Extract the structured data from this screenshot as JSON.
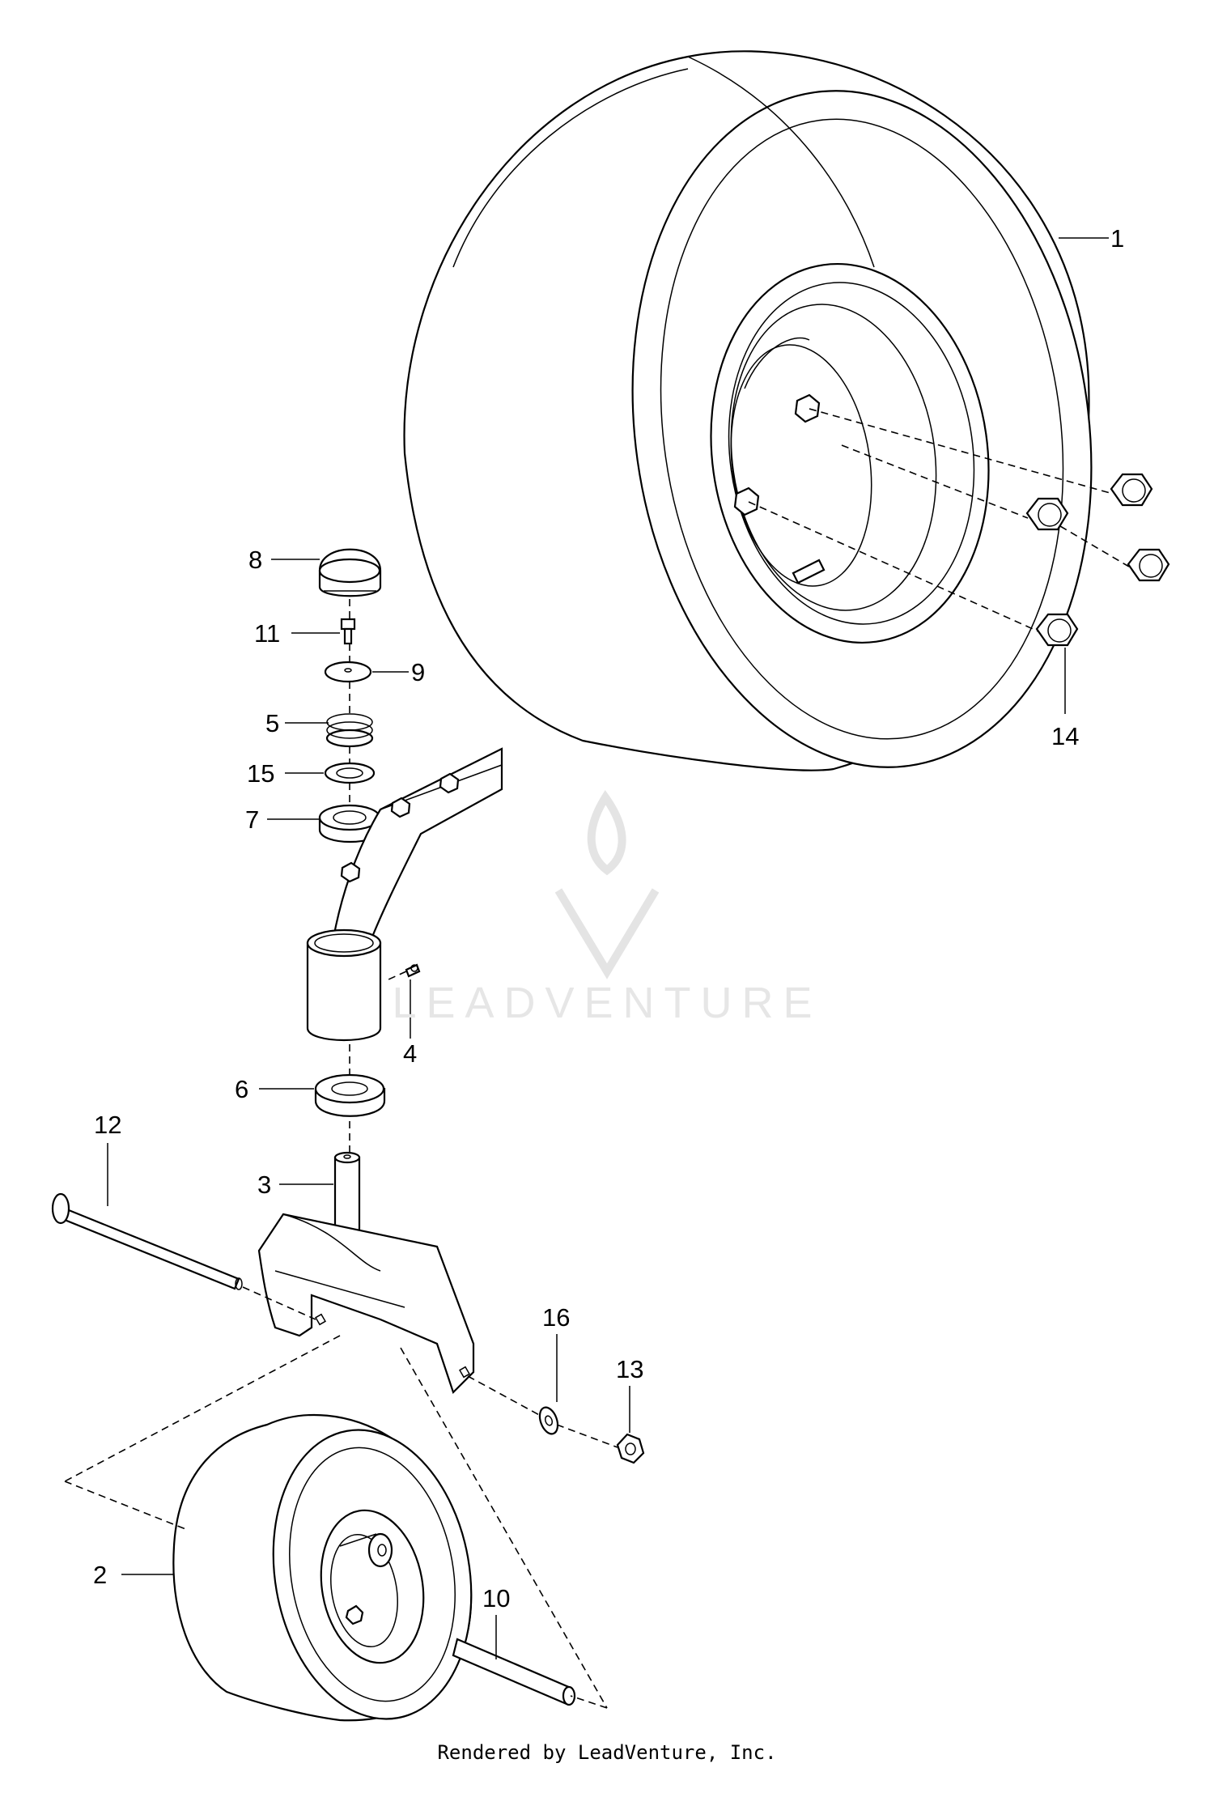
{
  "diagram": {
    "callouts": [
      {
        "id": "1",
        "label": "1"
      },
      {
        "id": "2",
        "label": "2"
      },
      {
        "id": "3",
        "label": "3"
      },
      {
        "id": "4",
        "label": "4"
      },
      {
        "id": "5",
        "label": "5"
      },
      {
        "id": "6",
        "label": "6"
      },
      {
        "id": "7",
        "label": "7"
      },
      {
        "id": "8",
        "label": "8"
      },
      {
        "id": "9",
        "label": "9"
      },
      {
        "id": "10",
        "label": "10"
      },
      {
        "id": "11",
        "label": "11"
      },
      {
        "id": "12",
        "label": "12"
      },
      {
        "id": "13",
        "label": "13"
      },
      {
        "id": "14",
        "label": "14"
      },
      {
        "id": "15",
        "label": "15"
      },
      {
        "id": "16",
        "label": "16"
      }
    ],
    "watermark": "LEADVENTURE",
    "footer": "Rendered by LeadVenture, Inc."
  }
}
